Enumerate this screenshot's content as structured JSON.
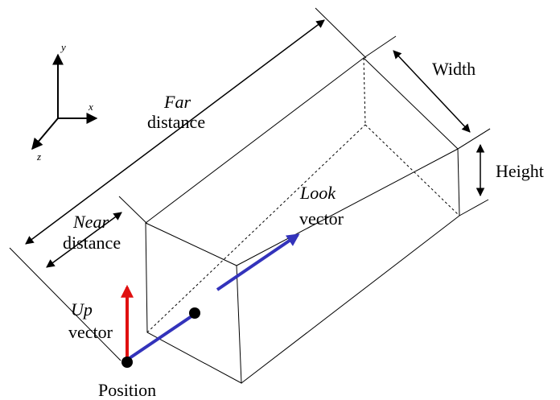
{
  "axes": {
    "x": "x",
    "y": "y",
    "z": "z"
  },
  "labels": {
    "far_line1": "Far",
    "far_line2": "distance",
    "near_line1": "Near",
    "near_line2": "distance",
    "width": "Width",
    "height": "Height",
    "look_line1": "Look",
    "look_line2": "vector",
    "up_line1": "Up",
    "up_line2": "vector",
    "position": "Position"
  },
  "colors": {
    "look_vector": "#3333bb",
    "up_vector": "#e01010",
    "outline": "#000000"
  }
}
